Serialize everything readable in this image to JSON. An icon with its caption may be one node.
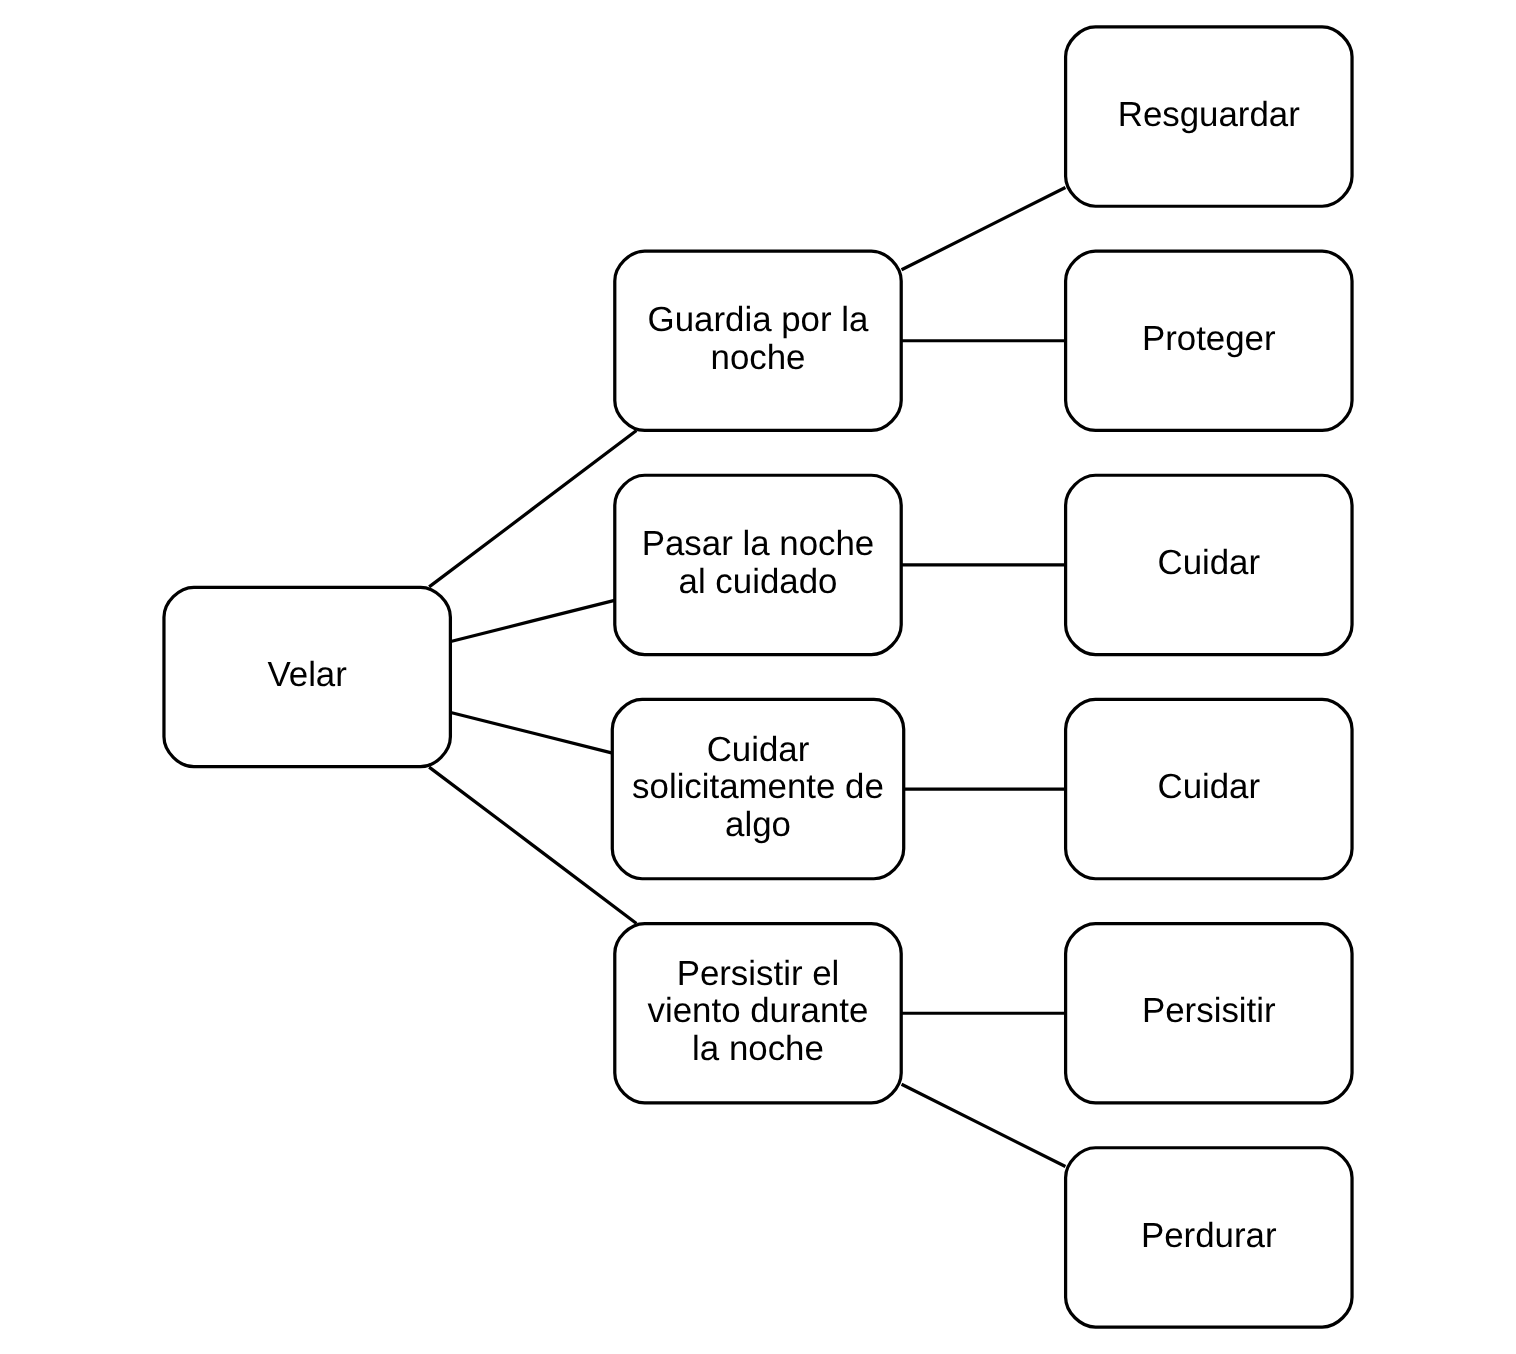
{
  "diagram": {
    "nodes": [
      {
        "text": [
          "Velar"
        ]
      },
      {
        "text": [
          "Guardia por la noche"
        ]
      },
      {
        "text": [
          "Pasar la noche al cuidado"
        ]
      },
      {
        "text": [
          "Cuidar solicitamente de algo"
        ]
      },
      {
        "text": [
          "Persistir el viento durante la noche"
        ]
      },
      {
        "text": [
          "Resguardar"
        ]
      },
      {
        "text": [
          "Proteger"
        ]
      },
      {
        "text": [
          "Cuidar"
        ]
      },
      {
        "text": [
          "Cuidar"
        ]
      },
      {
        "text": [
          "Persisitir"
        ]
      },
      {
        "text": [
          "Perdurar"
        ]
      }
    ],
    "edges": [
      {
        "from": 0,
        "to": 1,
        "arrow": "none"
      },
      {
        "from": 0,
        "to": 2,
        "arrow": "none"
      },
      {
        "from": 0,
        "to": 3,
        "arrow": "none"
      },
      {
        "from": 0,
        "to": 4,
        "arrow": "none"
      },
      {
        "from": 1,
        "to": 5,
        "arrow": "none"
      },
      {
        "from": 1,
        "to": 6,
        "arrow": "none"
      },
      {
        "from": 2,
        "to": 7,
        "arrow": "none"
      },
      {
        "from": 3,
        "to": 8,
        "arrow": "none"
      },
      {
        "from": 4,
        "to": 9,
        "arrow": "none"
      },
      {
        "from": 4,
        "to": 10,
        "arrow": "none"
      }
    ]
  }
}
